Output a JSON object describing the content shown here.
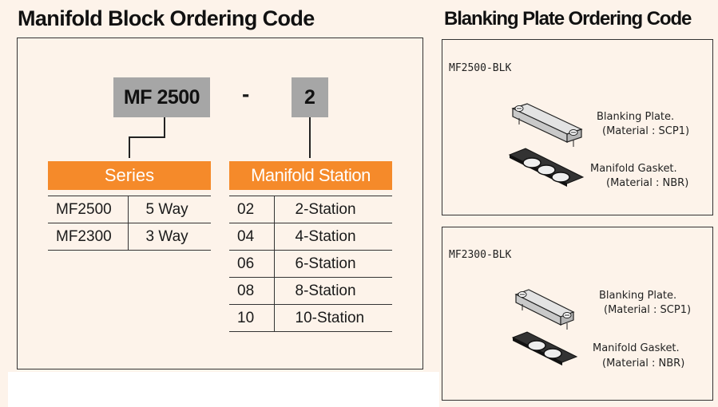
{
  "left": {
    "title": "Manifold Block Ordering  Code",
    "code": "MF 2500",
    "dash": "-",
    "station_code": "2",
    "series": {
      "header": "Series",
      "rows": [
        [
          "MF2500",
          "5 Way"
        ],
        [
          "MF2300",
          "3 Way"
        ]
      ]
    },
    "station": {
      "header": "Manifold Station",
      "rows": [
        [
          "02",
          "2-Station"
        ],
        [
          "04",
          "4-Station"
        ],
        [
          "06",
          "6-Station"
        ],
        [
          "08",
          "8-Station"
        ],
        [
          "10",
          "10-Station"
        ]
      ]
    }
  },
  "right": {
    "title": "Blanking Plate Ordering  Code",
    "boxes": [
      {
        "model": "MF2500-BLK",
        "plate": "Blanking Plate.",
        "plate_material": "(Material : SCP1)",
        "gasket": "Manifold Gasket.",
        "gasket_material": "(Material : NBR)"
      },
      {
        "model": "MF2300-BLK",
        "plate": "Blanking Plate.",
        "plate_material": "(Material : SCP1)",
        "gasket": "Manifold Gasket.",
        "gasket_material": "(Material : NBR)"
      }
    ]
  },
  "colors": {
    "header_orange": "#f58a2a",
    "code_gray": "#a6a6a6",
    "background": "#fdf3ea"
  }
}
